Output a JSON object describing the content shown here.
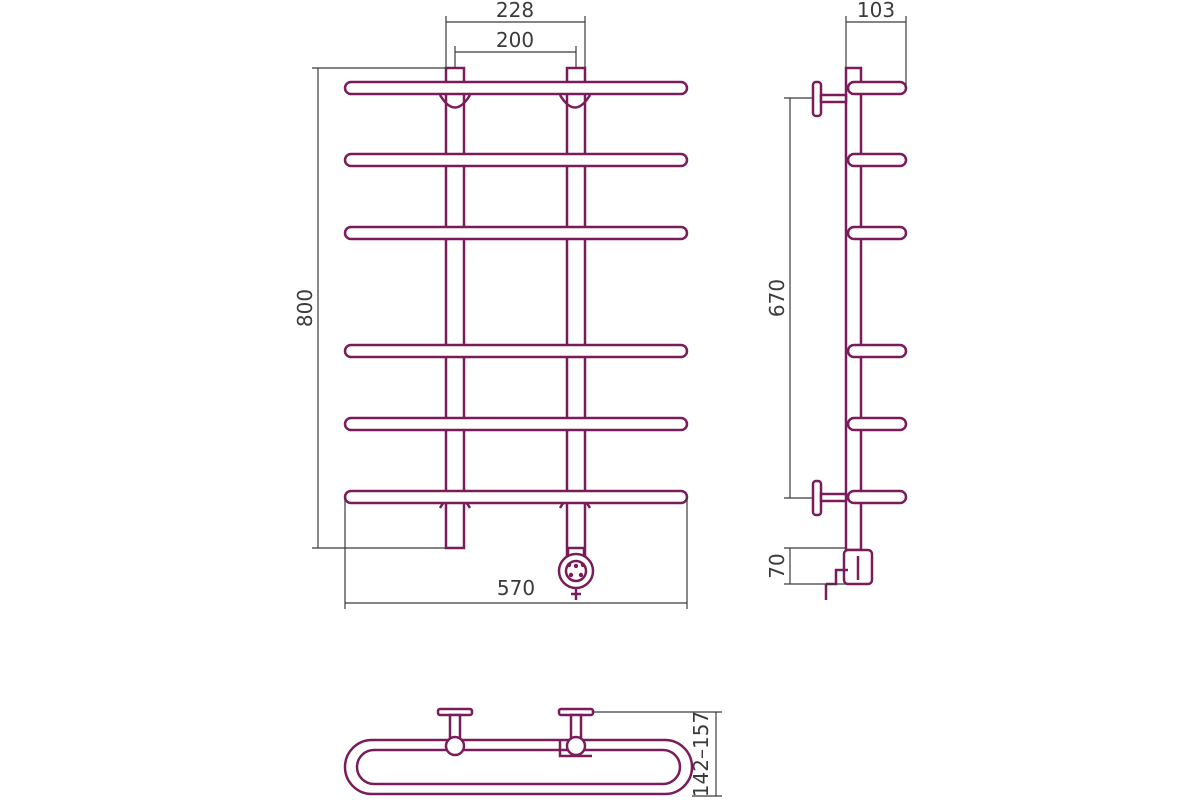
{
  "colors": {
    "outline": "#7a1c5a",
    "dimension": "#3b3b3b",
    "background": "#ffffff"
  },
  "dimensions": {
    "front_center_distance_outer": "228",
    "front_center_distance_inner": "200",
    "front_height": "800",
    "front_width": "570",
    "side_depth": "103",
    "side_mount_height": "670",
    "side_heater_height": "70",
    "top_depth_range": "142–157"
  }
}
